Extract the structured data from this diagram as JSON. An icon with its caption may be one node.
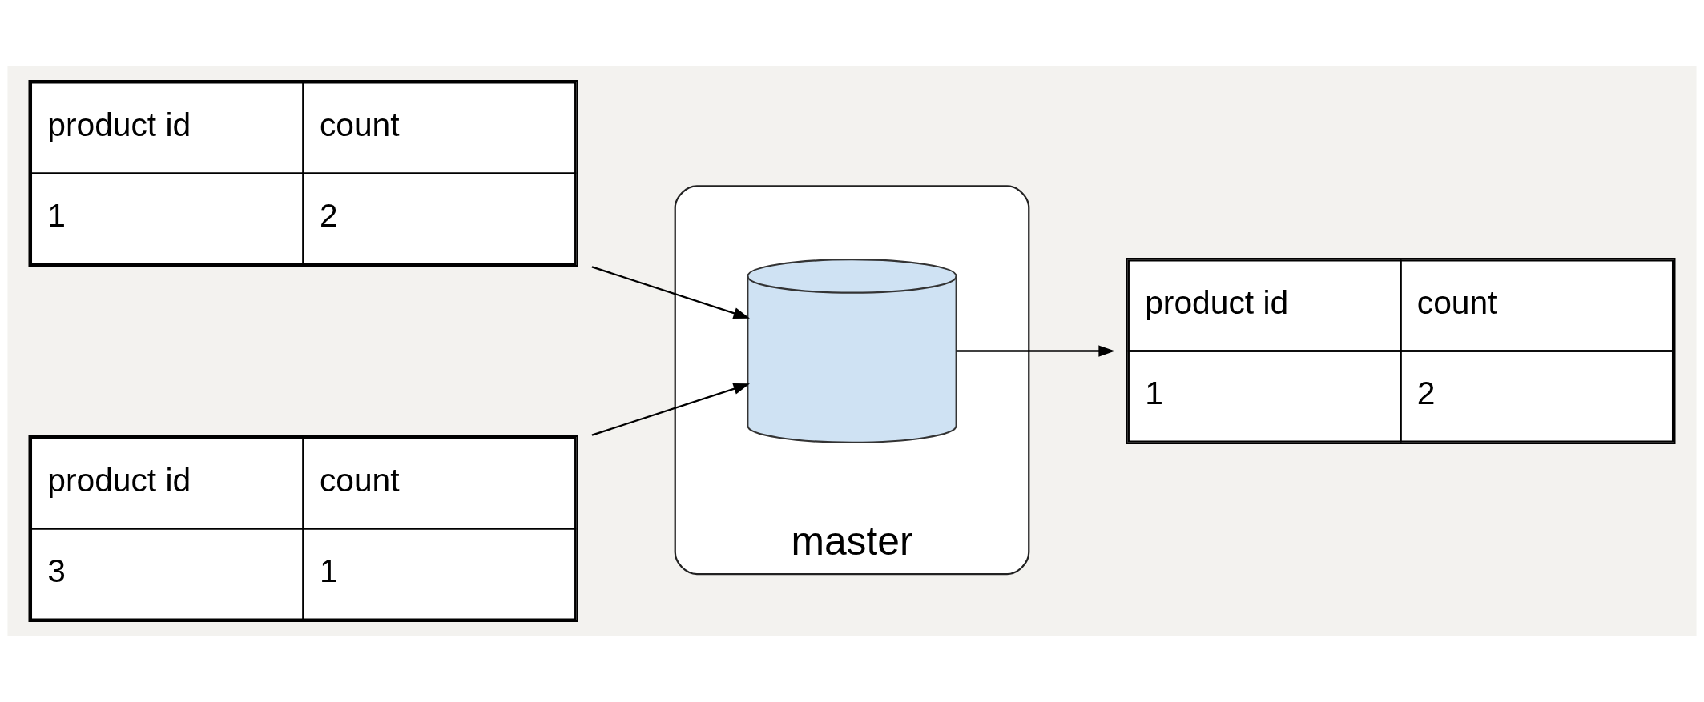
{
  "diagram": {
    "nodes": [
      {
        "text": [
          "product id",
          "count",
          "1",
          "2"
        ]
      },
      {
        "text": [
          "product id",
          "count",
          "3",
          "1"
        ]
      },
      {
        "text": [
          "master"
        ]
      },
      {
        "text": [],
        "shape": "cylinder",
        "in": 2
      },
      {
        "text": [
          "product id",
          "count",
          "1",
          "2"
        ]
      }
    ],
    "edges": [
      {
        "from": 0,
        "to": 3,
        "arrow": "to"
      },
      {
        "from": 1,
        "to": 3,
        "arrow": "to"
      },
      {
        "from": 3,
        "to": 4,
        "arrow": "to"
      }
    ]
  }
}
